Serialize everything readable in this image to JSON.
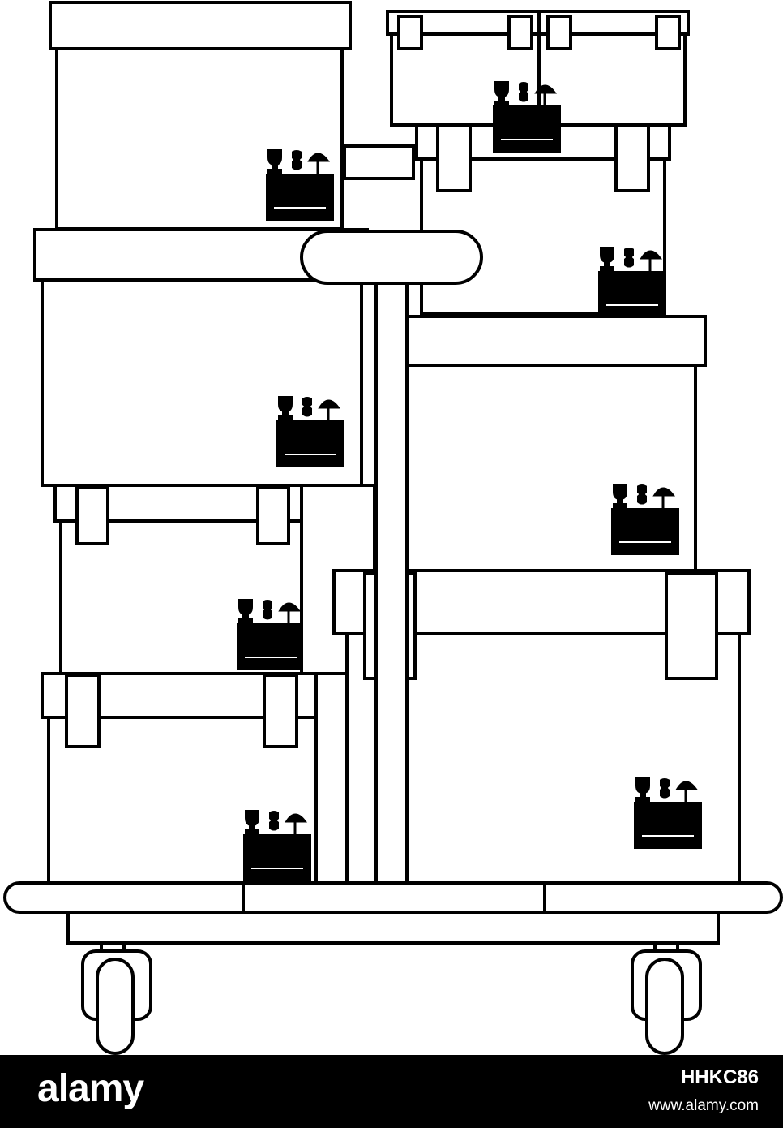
{
  "colors": {
    "ink": "#000000",
    "paper": "#ffffff",
    "footer_bg": "#000000",
    "footer_text": "#ffffff"
  },
  "footer": {
    "logo": "alamy",
    "image_id": "HHKC86",
    "url": "www.alamy.com"
  }
}
